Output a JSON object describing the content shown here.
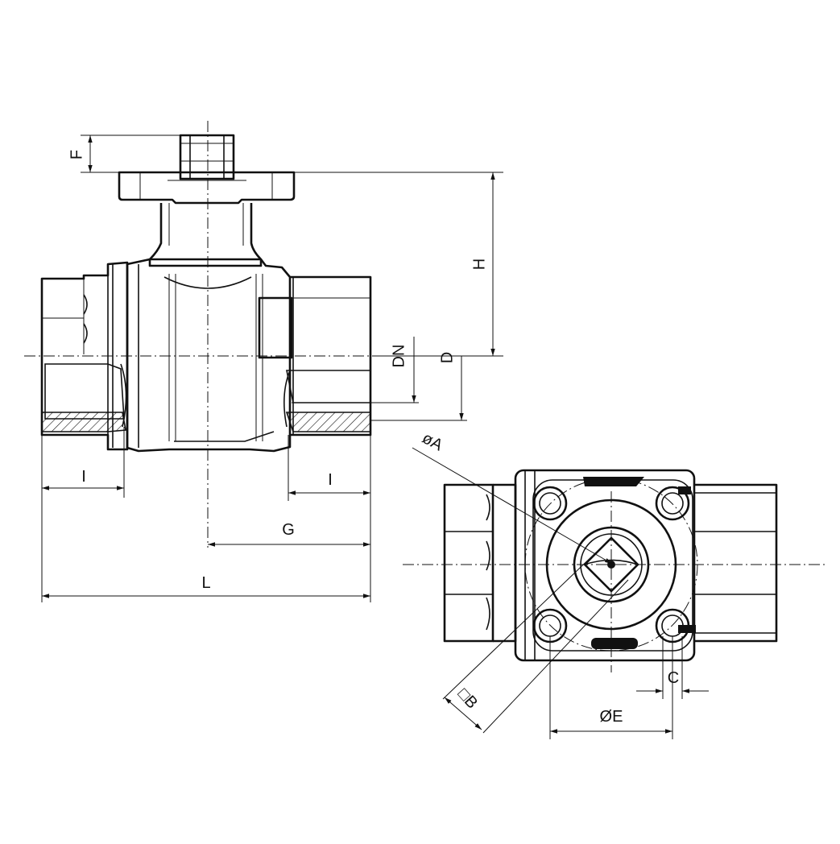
{
  "dimensions": {
    "F": "F",
    "H": "H",
    "DN": "DN",
    "D": "D",
    "I_left": "I",
    "I_right": "I",
    "G": "G",
    "L": "L",
    "A": "øA",
    "B": "□B",
    "E": "ØE",
    "C": "C"
  }
}
